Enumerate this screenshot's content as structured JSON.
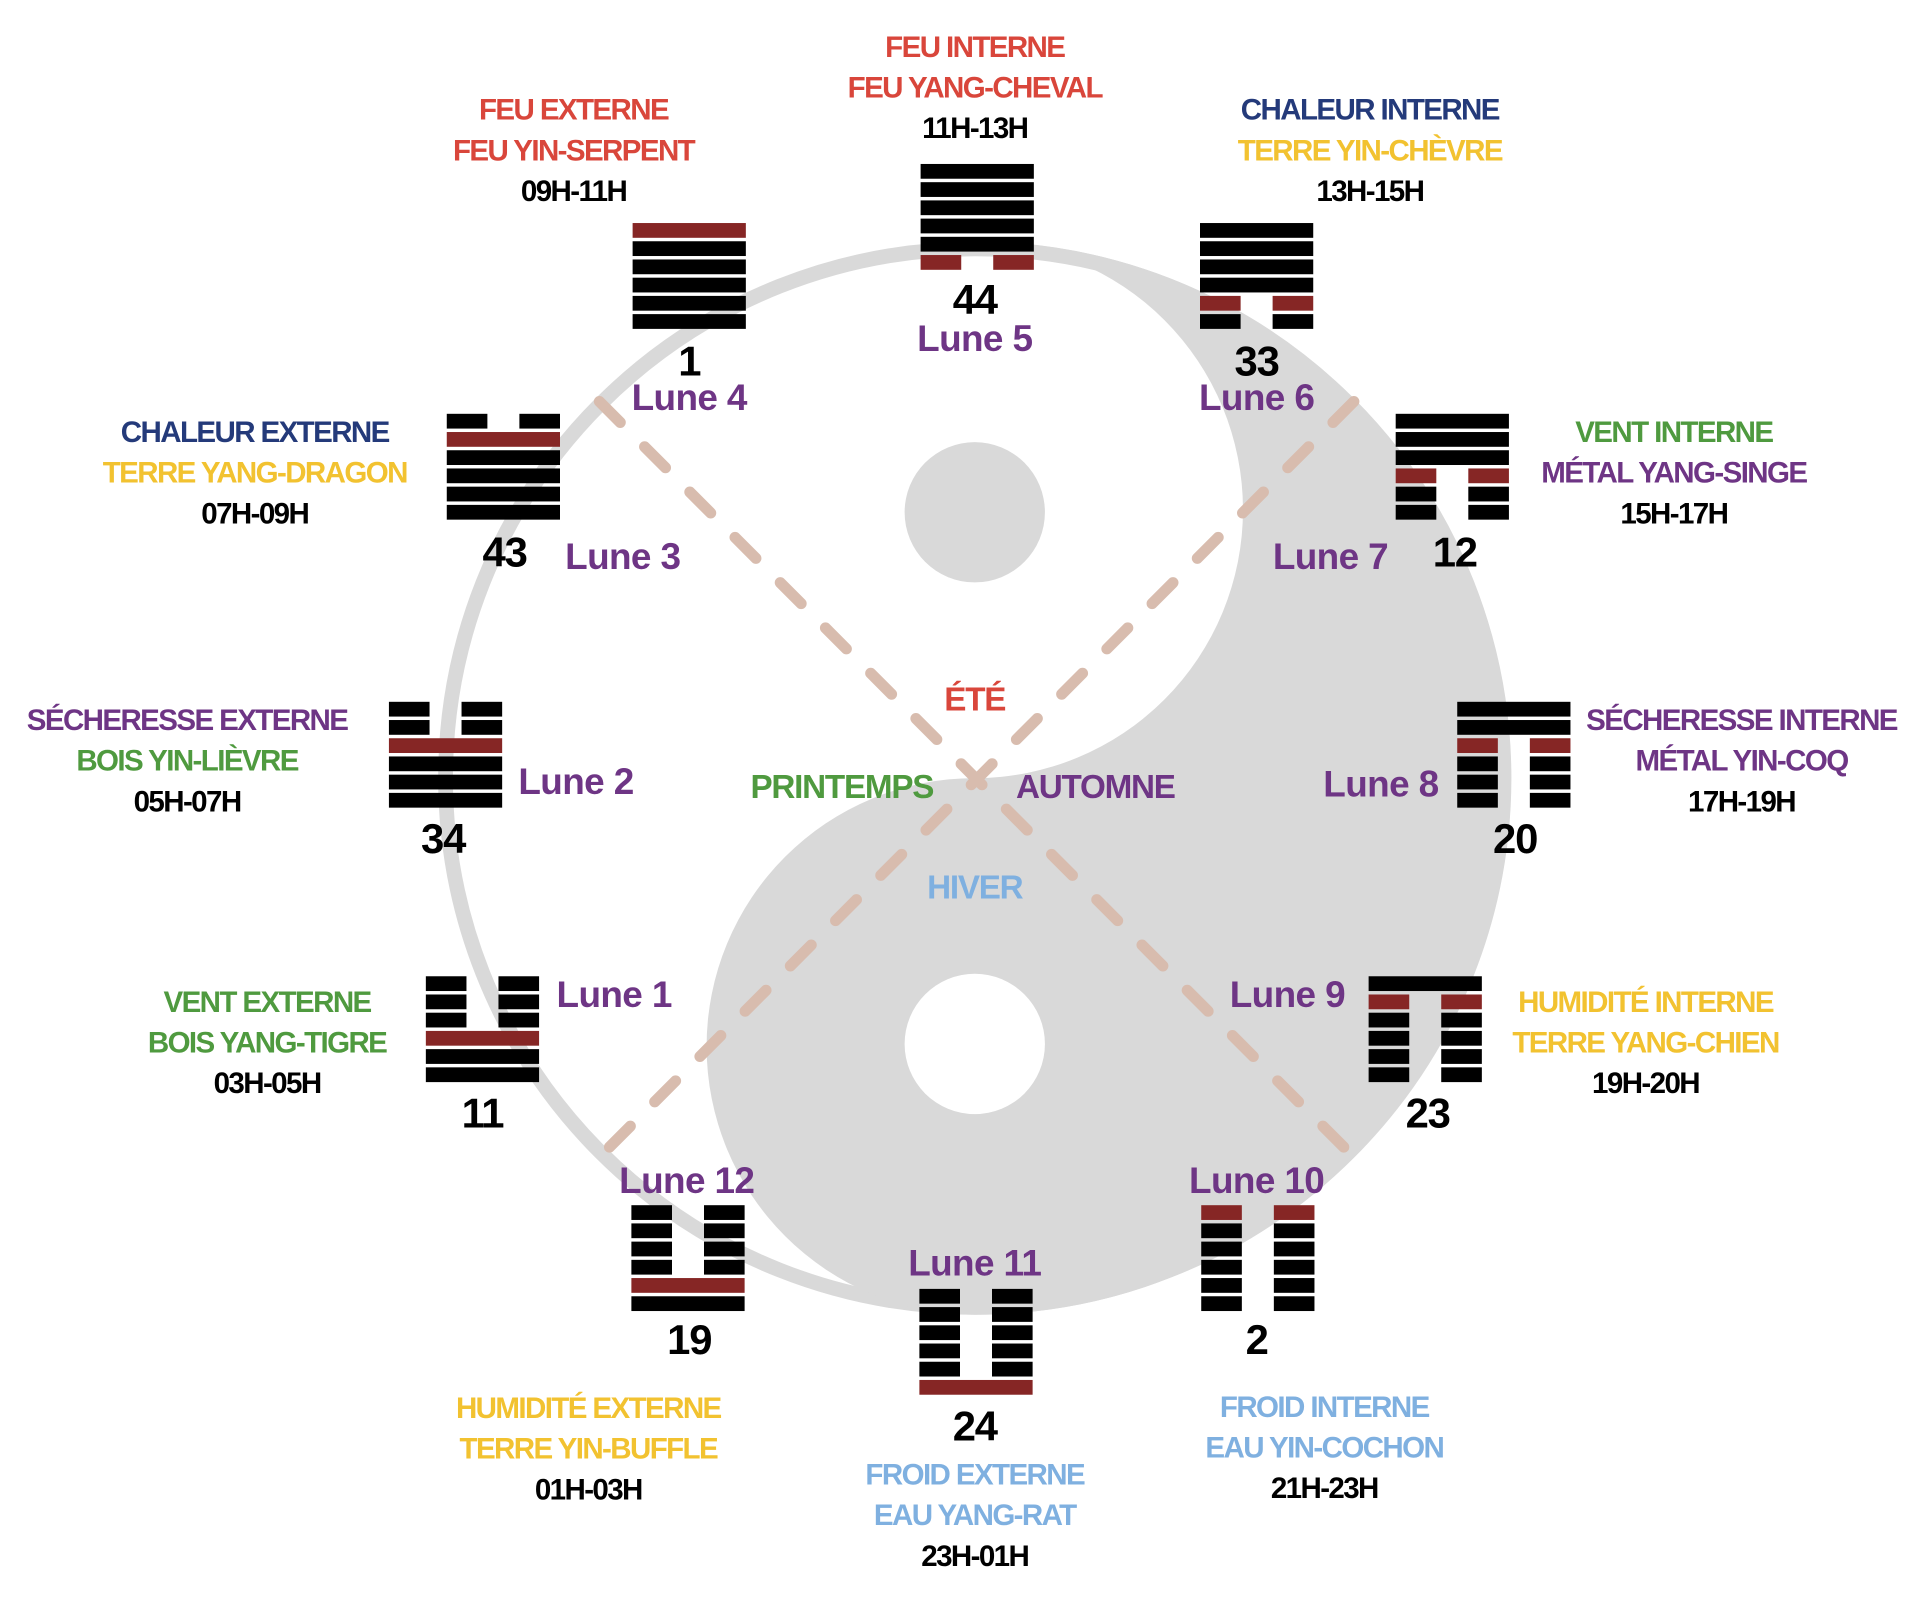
{
  "colors": {
    "fire": "#d9463b",
    "heat": "#243a7a",
    "earth": "#f2c230",
    "wood": "#4f9a3f",
    "metal": "#6e3585",
    "water": "#7fb0e0",
    "time": "#000000",
    "moon": "#6e3585",
    "yang_line": "#000000",
    "changed_line": "#862625",
    "yin_yang_gray": "#d9d9d9",
    "dash": "#d8bcae"
  },
  "seasons": {
    "summer": {
      "label": "ÉTÉ",
      "color": "#d9463b"
    },
    "spring": {
      "label": "PRINTEMPS",
      "color": "#4f9a3f"
    },
    "autumn": {
      "label": "AUTOMNE",
      "color": "#6e3585"
    },
    "winter": {
      "label": "HIVER",
      "color": "#7fb0e0"
    }
  },
  "hexagrams": [
    {
      "number": "44",
      "moon": "Lune 5",
      "lines": [
        "yang",
        "yang",
        "yang",
        "yang",
        "yang",
        "yin"
      ],
      "changed": 5,
      "labels": [
        {
          "text": "FEU INTERNE",
          "color": "#d9463b"
        },
        {
          "text": "FEU YANG-CHEVAL",
          "color": "#d9463b"
        },
        {
          "text": "11H-13H",
          "color": "#000000"
        }
      ]
    },
    {
      "number": "33",
      "moon": "Lune 6",
      "lines": [
        "yang",
        "yang",
        "yang",
        "yang",
        "yin",
        "yin"
      ],
      "changed": 4,
      "labels": [
        {
          "text": "CHALEUR INTERNE",
          "color": "#243a7a"
        },
        {
          "text": "TERRE YIN-CHÈVRE",
          "color": "#f2c230"
        },
        {
          "text": "13H-15H",
          "color": "#000000"
        }
      ]
    },
    {
      "number": "12",
      "moon": "Lune 7",
      "lines": [
        "yang",
        "yang",
        "yang",
        "yin",
        "yin",
        "yin"
      ],
      "changed": 3,
      "labels": [
        {
          "text": "VENT INTERNE",
          "color": "#4f9a3f"
        },
        {
          "text": "MÉTAL YANG-SINGE",
          "color": "#6e3585"
        },
        {
          "text": "15H-17H",
          "color": "#000000"
        }
      ]
    },
    {
      "number": "20",
      "moon": "Lune 8",
      "lines": [
        "yang",
        "yang",
        "yin",
        "yin",
        "yin",
        "yin"
      ],
      "changed": 2,
      "labels": [
        {
          "text": "SÉCHERESSE INTERNE",
          "color": "#6e3585"
        },
        {
          "text": "MÉTAL YIN-COQ",
          "color": "#6e3585"
        },
        {
          "text": "17H-19H",
          "color": "#000000"
        }
      ]
    },
    {
      "number": "23",
      "moon": "Lune 9",
      "lines": [
        "yang",
        "yin",
        "yin",
        "yin",
        "yin",
        "yin"
      ],
      "changed": 1,
      "labels": [
        {
          "text": "HUMIDITÉ INTERNE",
          "color": "#f2c230"
        },
        {
          "text": "TERRE YANG-CHIEN",
          "color": "#f2c230"
        },
        {
          "text": "19H-20H",
          "color": "#000000"
        }
      ]
    },
    {
      "number": "2",
      "moon": "Lune 10",
      "lines": [
        "yin",
        "yin",
        "yin",
        "yin",
        "yin",
        "yin"
      ],
      "changed": 0,
      "labels": [
        {
          "text": "FROID INTERNE",
          "color": "#7fb0e0"
        },
        {
          "text": "EAU YIN-COCHON",
          "color": "#7fb0e0"
        },
        {
          "text": "21H-23H",
          "color": "#000000"
        }
      ]
    },
    {
      "number": "24",
      "moon": "Lune 11",
      "lines": [
        "yin",
        "yin",
        "yin",
        "yin",
        "yin",
        "yang"
      ],
      "changed": 5,
      "labels": [
        {
          "text": "FROID EXTERNE",
          "color": "#7fb0e0"
        },
        {
          "text": "EAU YANG-RAT",
          "color": "#7fb0e0"
        },
        {
          "text": "23H-01H",
          "color": "#000000"
        }
      ]
    },
    {
      "number": "19",
      "moon": "Lune 12",
      "lines": [
        "yin",
        "yin",
        "yin",
        "yin",
        "yang",
        "yang"
      ],
      "changed": 4,
      "labels": [
        {
          "text": "HUMIDITÉ EXTERNE",
          "color": "#f2c230"
        },
        {
          "text": "TERRE YIN-BUFFLE",
          "color": "#f2c230"
        },
        {
          "text": "01H-03H",
          "color": "#000000"
        }
      ]
    },
    {
      "number": "11",
      "moon": "Lune 1",
      "lines": [
        "yin",
        "yin",
        "yin",
        "yang",
        "yang",
        "yang"
      ],
      "changed": 3,
      "labels": [
        {
          "text": "VENT EXTERNE",
          "color": "#4f9a3f"
        },
        {
          "text": "BOIS YANG-TIGRE",
          "color": "#4f9a3f"
        },
        {
          "text": "03H-05H",
          "color": "#000000"
        }
      ]
    },
    {
      "number": "34",
      "moon": "Lune 2",
      "lines": [
        "yin",
        "yin",
        "yang",
        "yang",
        "yang",
        "yang"
      ],
      "changed": 2,
      "labels": [
        {
          "text": "SÉCHERESSE EXTERNE",
          "color": "#6e3585"
        },
        {
          "text": "BOIS YIN-LIÈVRE",
          "color": "#4f9a3f"
        },
        {
          "text": "05H-07H",
          "color": "#000000"
        }
      ]
    },
    {
      "number": "43",
      "moon": "Lune 3",
      "lines": [
        "yin",
        "yang",
        "yang",
        "yang",
        "yang",
        "yang"
      ],
      "changed": 1,
      "labels": [
        {
          "text": "CHALEUR EXTERNE",
          "color": "#243a7a"
        },
        {
          "text": "TERRE YANG-DRAGON",
          "color": "#f2c230"
        },
        {
          "text": "07H-09H",
          "color": "#000000"
        }
      ]
    },
    {
      "number": "1",
      "moon": "Lune 4",
      "lines": [
        "yang",
        "yang",
        "yang",
        "yang",
        "yang",
        "yang"
      ],
      "changed": 0,
      "labels": [
        {
          "text": "FEU EXTERNE",
          "color": "#d9463b"
        },
        {
          "text": "FEU YIN-SERPENT",
          "color": "#d9463b"
        },
        {
          "text": "09H-11H",
          "color": "#000000"
        }
      ]
    }
  ]
}
